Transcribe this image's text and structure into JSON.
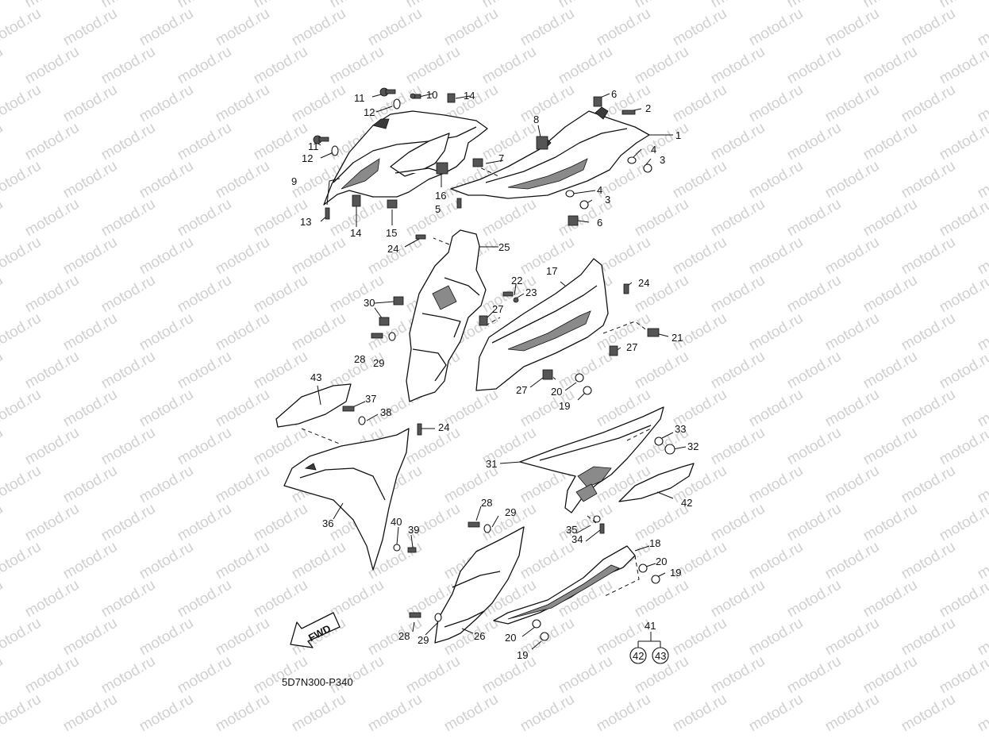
{
  "watermark": {
    "text": "motod.ru"
  },
  "diagram": {
    "code": "5D7N300-P340",
    "fwd_label": "FWD",
    "callouts": [
      "1",
      "2",
      "3",
      "4",
      "5",
      "6",
      "7",
      "8",
      "9",
      "10",
      "11",
      "12",
      "13",
      "14",
      "15",
      "16",
      "17",
      "18",
      "19",
      "20",
      "21",
      "22",
      "23",
      "24",
      "25",
      "26",
      "27",
      "28",
      "29",
      "30",
      "31",
      "32",
      "33",
      "34",
      "35",
      "36",
      "37",
      "38",
      "39",
      "40",
      "41",
      "42",
      "43"
    ],
    "kit": {
      "label": "41",
      "items": [
        "42",
        "43"
      ]
    }
  }
}
